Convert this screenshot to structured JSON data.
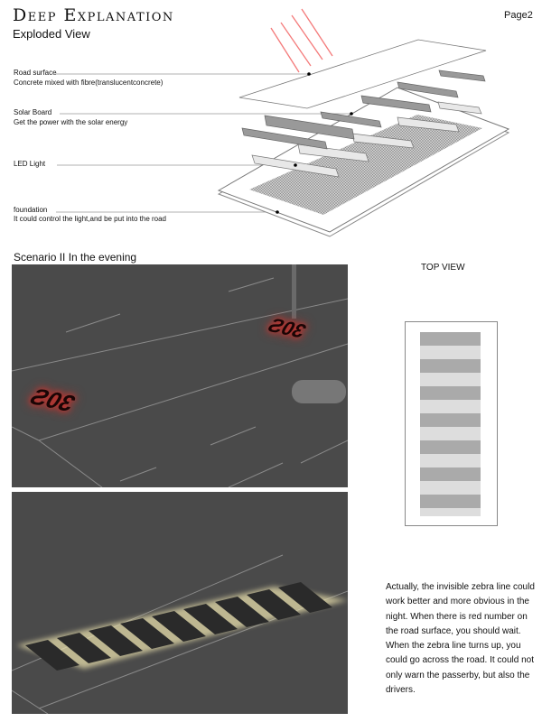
{
  "header": {
    "title": "Deep Explanation",
    "subtitle": "Exploded View",
    "page": "Page2"
  },
  "layers": [
    {
      "name": "Road surface",
      "desc": "Concrete mixed with fibre(translucentconcrete)"
    },
    {
      "name": "Solar Board",
      "desc": "Get the power with the solar energy"
    },
    {
      "name": "LED Light",
      "desc": ""
    },
    {
      "name": "foundation",
      "desc": "It could control the light,and be put  into the road"
    }
  ],
  "scenario": {
    "title": "Scenario II In the evening",
    "sign_text": "30S"
  },
  "top_view": {
    "label": "TOP VIEW"
  },
  "description": "Actually, the invisible zebra line could work better and more obvious in the night. When there is red number on the road surface, you should wait. When the zebra line turns up, you could go across the road. It could not only warn the passerby, but also the drivers.",
  "colors": {
    "arrow": "#f47a7a",
    "glow_red": "#e0302a",
    "scene_bg": "#4a4a4a"
  }
}
